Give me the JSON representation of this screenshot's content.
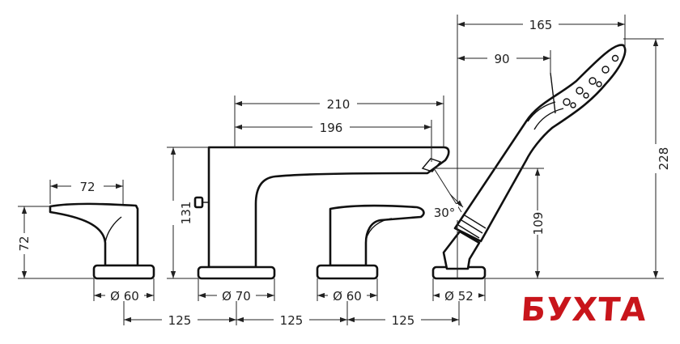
{
  "dimensions": {
    "handshower_total_width": "165",
    "handshower_head_offset": "90",
    "handshower_height": "228",
    "spout_reach": "210",
    "spout_inner_reach": "196",
    "spout_height": "131",
    "outlet_height": "109",
    "angle": "30°",
    "handle_width": "72",
    "handle_height": "72",
    "diameter_left_handle": "Ø 60",
    "diameter_spout": "Ø 70",
    "diameter_right_handle": "Ø 60",
    "diameter_handshower": "Ø 52",
    "spacing_1": "125",
    "spacing_2": "125",
    "spacing_3": "125"
  },
  "logo": {
    "text": "БУХТА",
    "color": "#c8151b"
  }
}
